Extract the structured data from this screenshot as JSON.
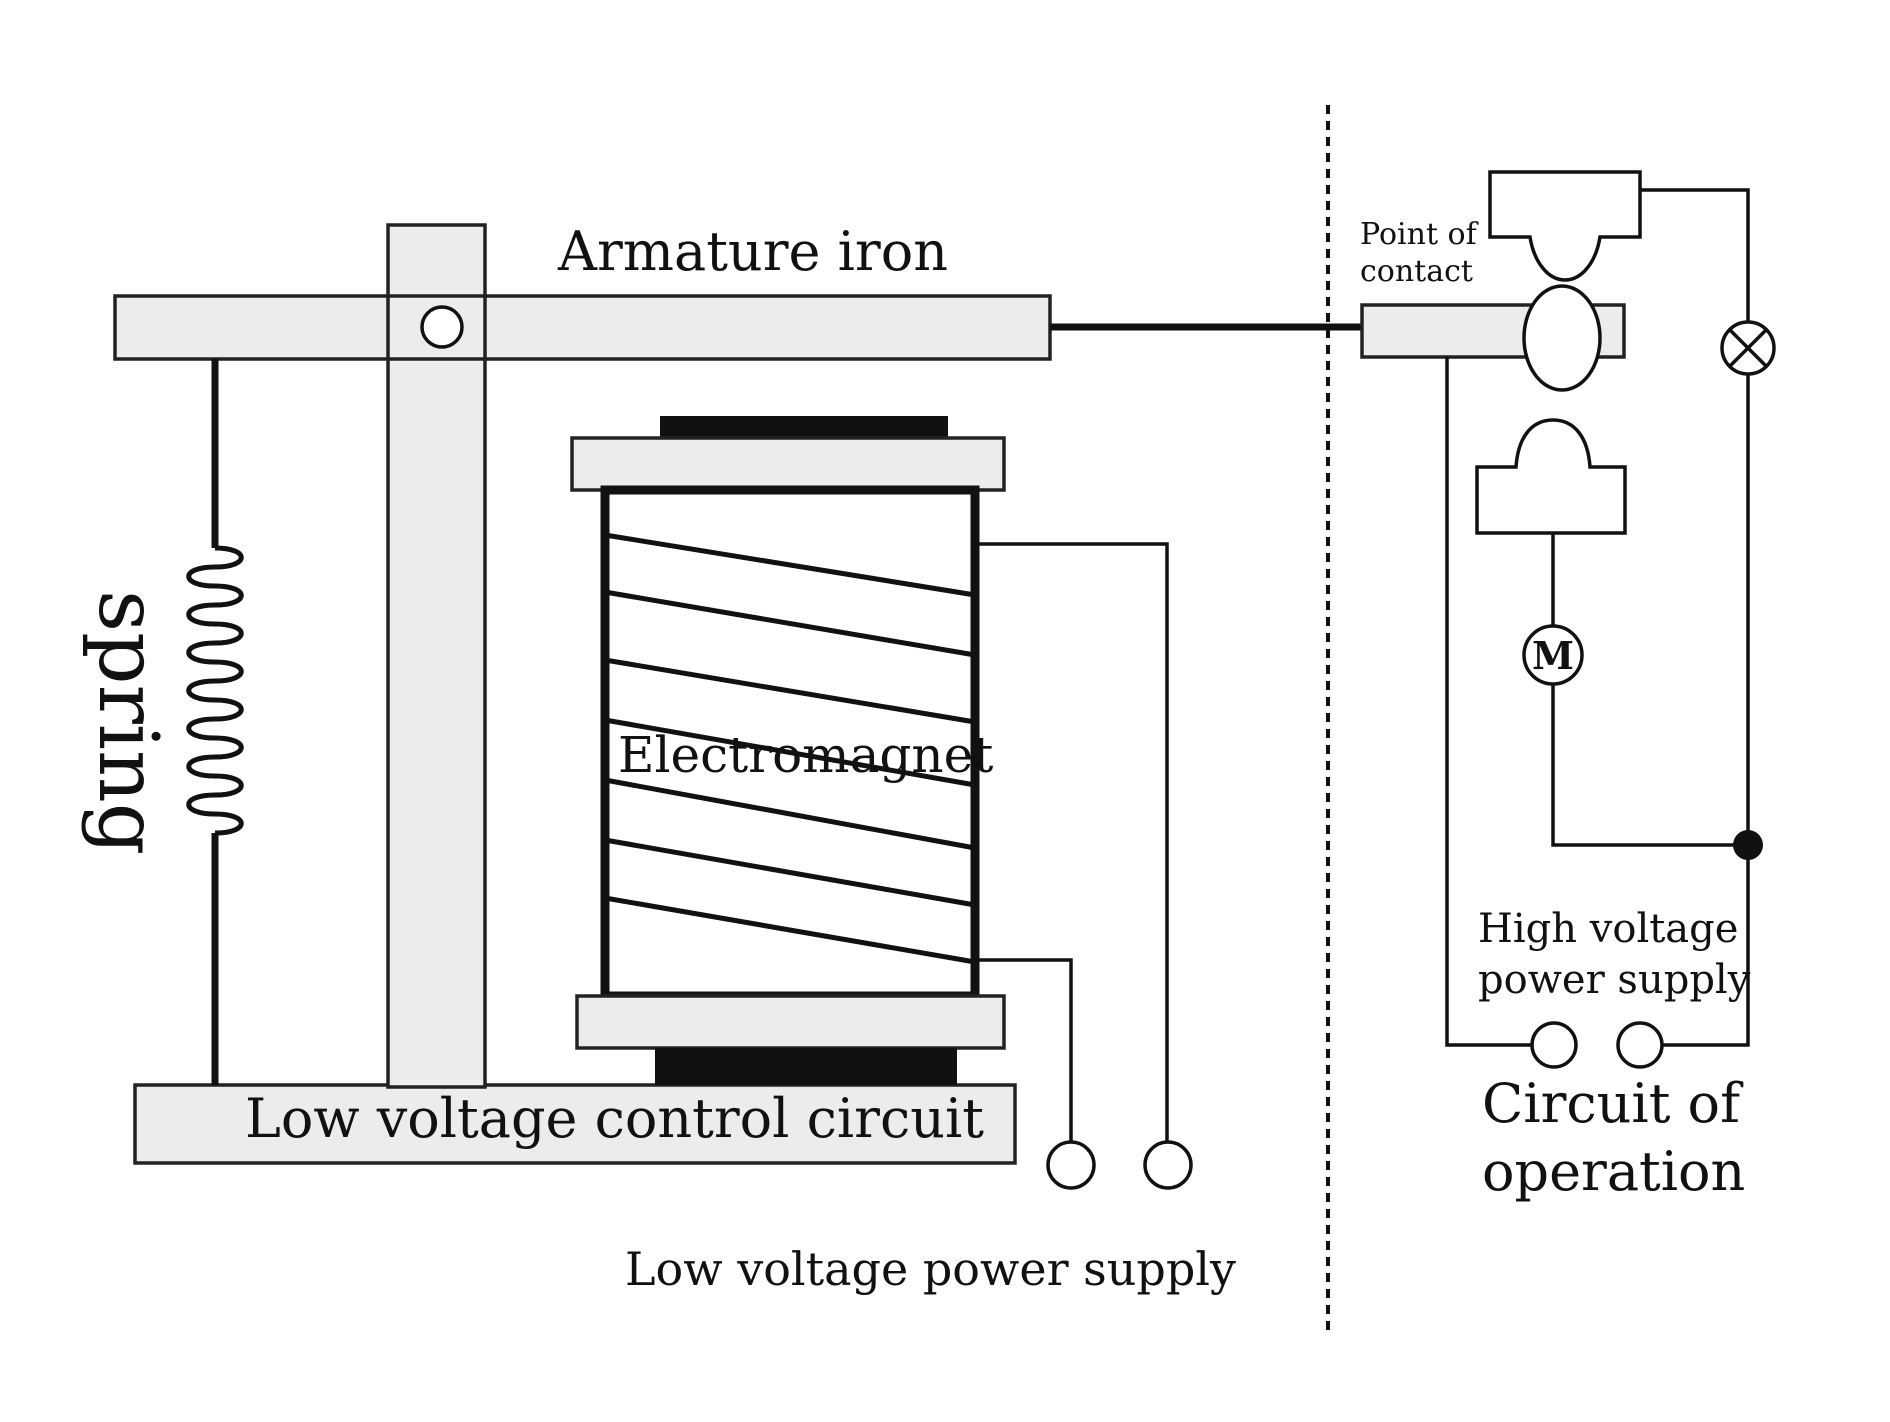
{
  "labels": {
    "armature": "Armature iron",
    "spring": "spring",
    "electromagnet": "Electromagnet",
    "low_control": "Low voltage control circuit",
    "low_supply": "Low voltage power supply",
    "point_of_contact_line1": "Point of",
    "point_of_contact_line2": "contact",
    "high_supply_line1": "High voltage",
    "high_supply_line2": "power supply",
    "operation_line1": "Circuit of",
    "operation_line2": "operation",
    "motor": "M"
  }
}
